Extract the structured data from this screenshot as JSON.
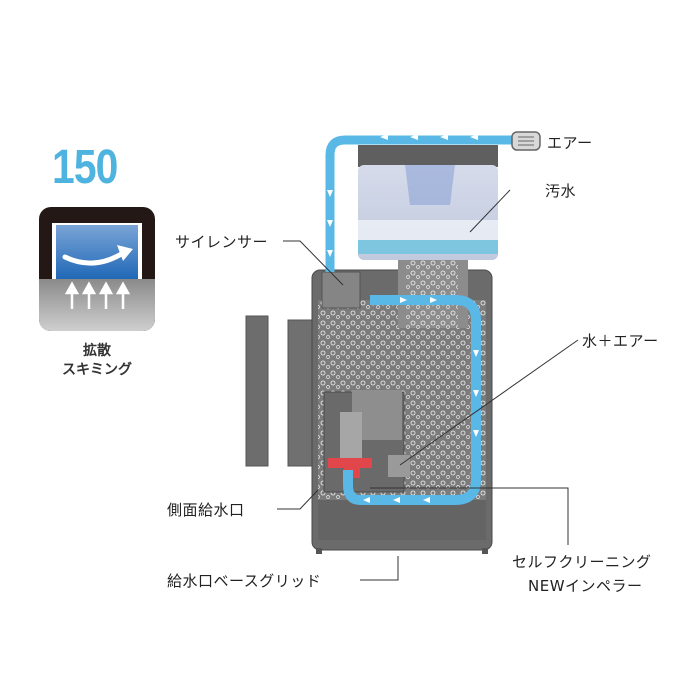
{
  "badge": {
    "number": "150",
    "icon": "diffusion-skimming-icon",
    "caption_line1": "拡散",
    "caption_line2": "スキミング"
  },
  "labels": {
    "air": "エアー",
    "dirty_water": "汚水",
    "silencer": "サイレンサー",
    "water_air": "水＋エアー",
    "side_inlet": "側面給水口",
    "base_grid": "給水口ベースグリッド",
    "impeller_line1": "セルフクリーニング",
    "impeller_line2": "NEWインペラー"
  },
  "colors": {
    "accent_blue": "#4fb3e0",
    "flow_blue": "#5ab8e6",
    "body_gray": "#6b6b6b",
    "impeller_red": "#e0464a"
  }
}
